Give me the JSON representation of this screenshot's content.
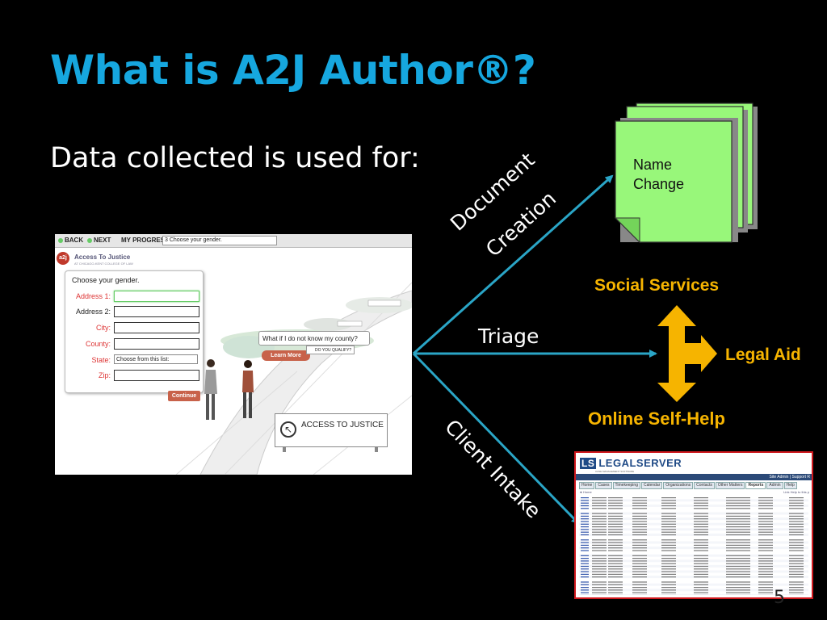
{
  "slide": {
    "title": "What is A2J Author®?",
    "subtitle": "Data collected is used for:",
    "page_number": "5"
  },
  "a2j": {
    "nav": {
      "back": "BACK",
      "next": "NEXT",
      "progress_label": "MY PROGRESS",
      "progress_value": "3 Choose your gender."
    },
    "org_name": "Access To Justice",
    "org_sub": "AT CHICAGO-KENT COLLEGE OF LAW",
    "logo": "a2j",
    "question": "Choose your gender.",
    "fields": [
      {
        "label": "Address 1:",
        "required": true
      },
      {
        "label": "Address 2:",
        "required": false
      },
      {
        "label": "City:",
        "required": true
      },
      {
        "label": "County:",
        "required": true
      },
      {
        "label": "State:",
        "required": true,
        "select": "Choose from this list:"
      },
      {
        "label": "Zip:",
        "required": true
      }
    ],
    "continue": "Continue",
    "bubble": "What if I do not know my county?",
    "learn_more": "Learn More",
    "qualify": "DO YOU QUALIFY?",
    "sign": "ACCESS TO JUSTICE",
    "small_sign": "DO YOU QUALIFY?"
  },
  "flow": {
    "document_creation": [
      "Document",
      "Creation"
    ],
    "triage": "Triage",
    "client_intake": "Client Intake"
  },
  "document": {
    "line1": "Name",
    "line2": "Change"
  },
  "triage_targets": {
    "social_services": "Social Services",
    "legal_aid": "Legal Aid",
    "online_self_help": "Online Self-Help"
  },
  "legalserver": {
    "logo_mark": "LS",
    "logo": "LEGALSERVER",
    "tagline": "CASE MANAGEMENT SOFTWARE",
    "admin": "Site Admin | Support R",
    "tabs": [
      "Home",
      "Cases",
      "Timekeeping",
      "Calendar",
      "Organizations",
      "Contacts",
      "Other Matters",
      "Reports",
      "Admin",
      "Help"
    ],
    "active_tab": "Reports",
    "crumb": "◄ Home",
    "help": "Link Help to this p"
  },
  "colors": {
    "title": "#16a7df",
    "arrow": "#2aa5c6",
    "orange": "#f6b400",
    "doc_fill": "#98f77a",
    "ls_border": "#d0191e"
  }
}
